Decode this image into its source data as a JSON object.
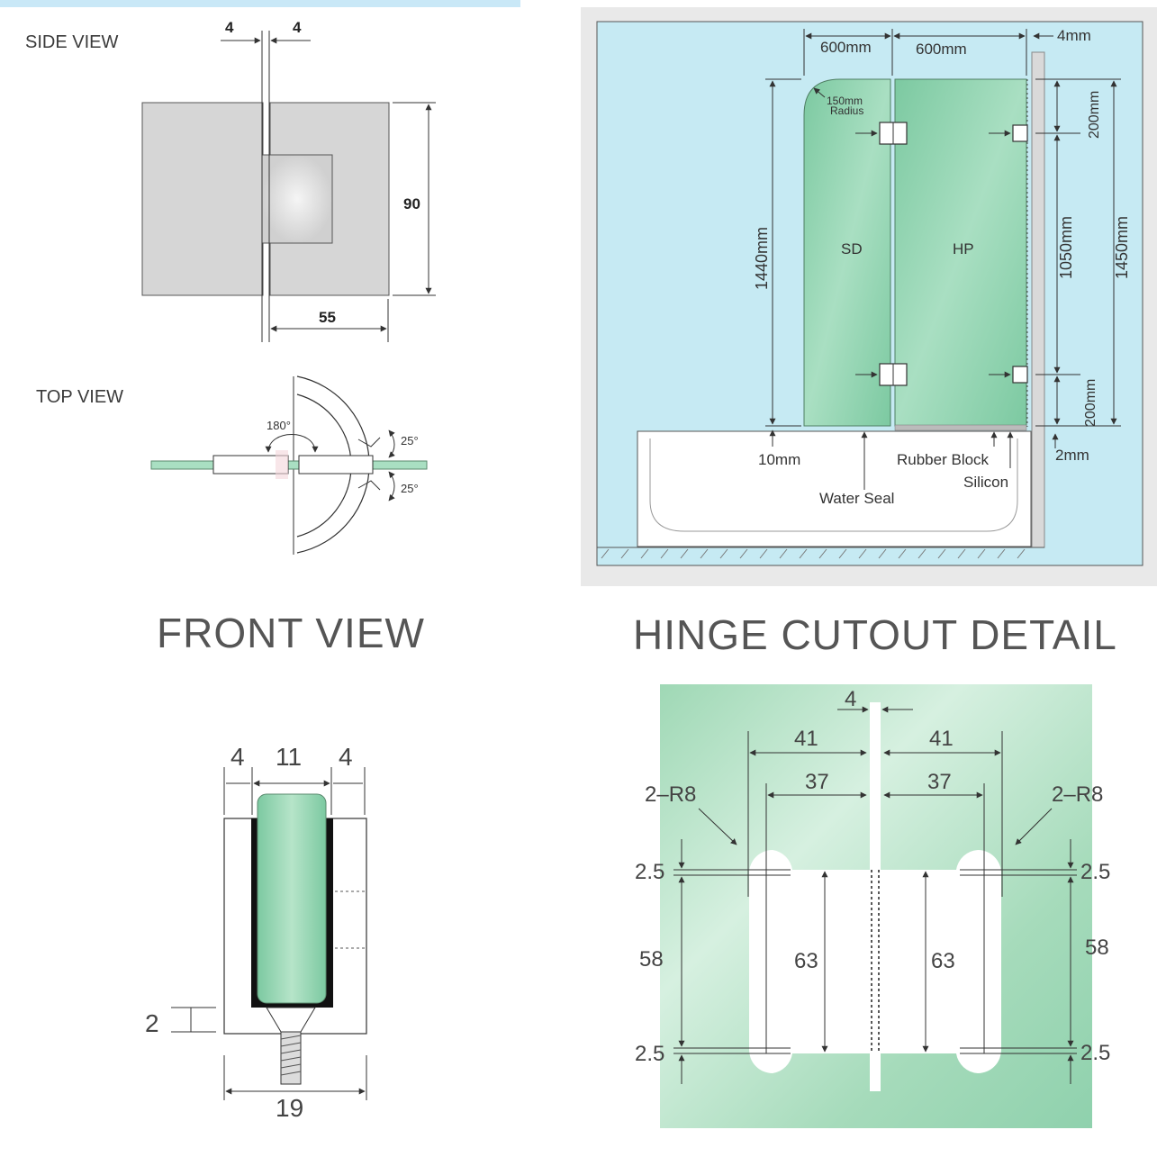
{
  "side_view": {
    "title": "SIDE VIEW",
    "dim_gap_left": "4",
    "dim_gap_right": "4",
    "dim_height": "90",
    "dim_width": "55"
  },
  "top_view": {
    "title": "TOP VIEW",
    "angle_swing": "180°",
    "angle_upper": "25°",
    "angle_lower": "25°"
  },
  "installation": {
    "dim_width_left": "600mm",
    "dim_width_right": "600mm",
    "dim_wall_gap": "4mm",
    "radius_label_line1": "150mm",
    "radius_label_line2": "Radius",
    "dim_top_offset": "200mm",
    "dim_hinge_spacing": "1050mm",
    "dim_bottom_offset": "200mm",
    "dim_total_height": "1450mm",
    "dim_panel_height": "1440mm",
    "panel_left": "SD",
    "panel_right": "HP",
    "dim_bottom_gap": "10mm",
    "rubber_block": "Rubber Block",
    "silicon": "Silicon",
    "water_seal": "Water Seal",
    "dim_floor_gap": "2mm"
  },
  "front_view": {
    "heading": "FRONT VIEW",
    "dim_left": "4",
    "dim_glass": "11",
    "dim_right": "4",
    "dim_base": "2",
    "dim_total": "19"
  },
  "cutout": {
    "heading": "HINGE CUTOUT DETAIL",
    "dim_gap": "4",
    "dim_outer_left": "41",
    "dim_outer_right": "41",
    "dim_inner_left": "37",
    "dim_inner_right": "37",
    "radius_left": "2–R8",
    "radius_right": "2–R8",
    "dim_top_left": "2.5",
    "dim_top_right": "2.5",
    "dim_height_left": "58",
    "dim_height_right": "58",
    "dim_cut_left": "63",
    "dim_cut_right": "63",
    "dim_bottom_left": "2.5",
    "dim_bottom_right": "2.5"
  },
  "colors": {
    "glass": "#8fd1ad",
    "glass_light": "#c9ecd9",
    "sky": "#c6eaf3",
    "hinge_grey": "#d6d6d6",
    "line": "#333333"
  }
}
